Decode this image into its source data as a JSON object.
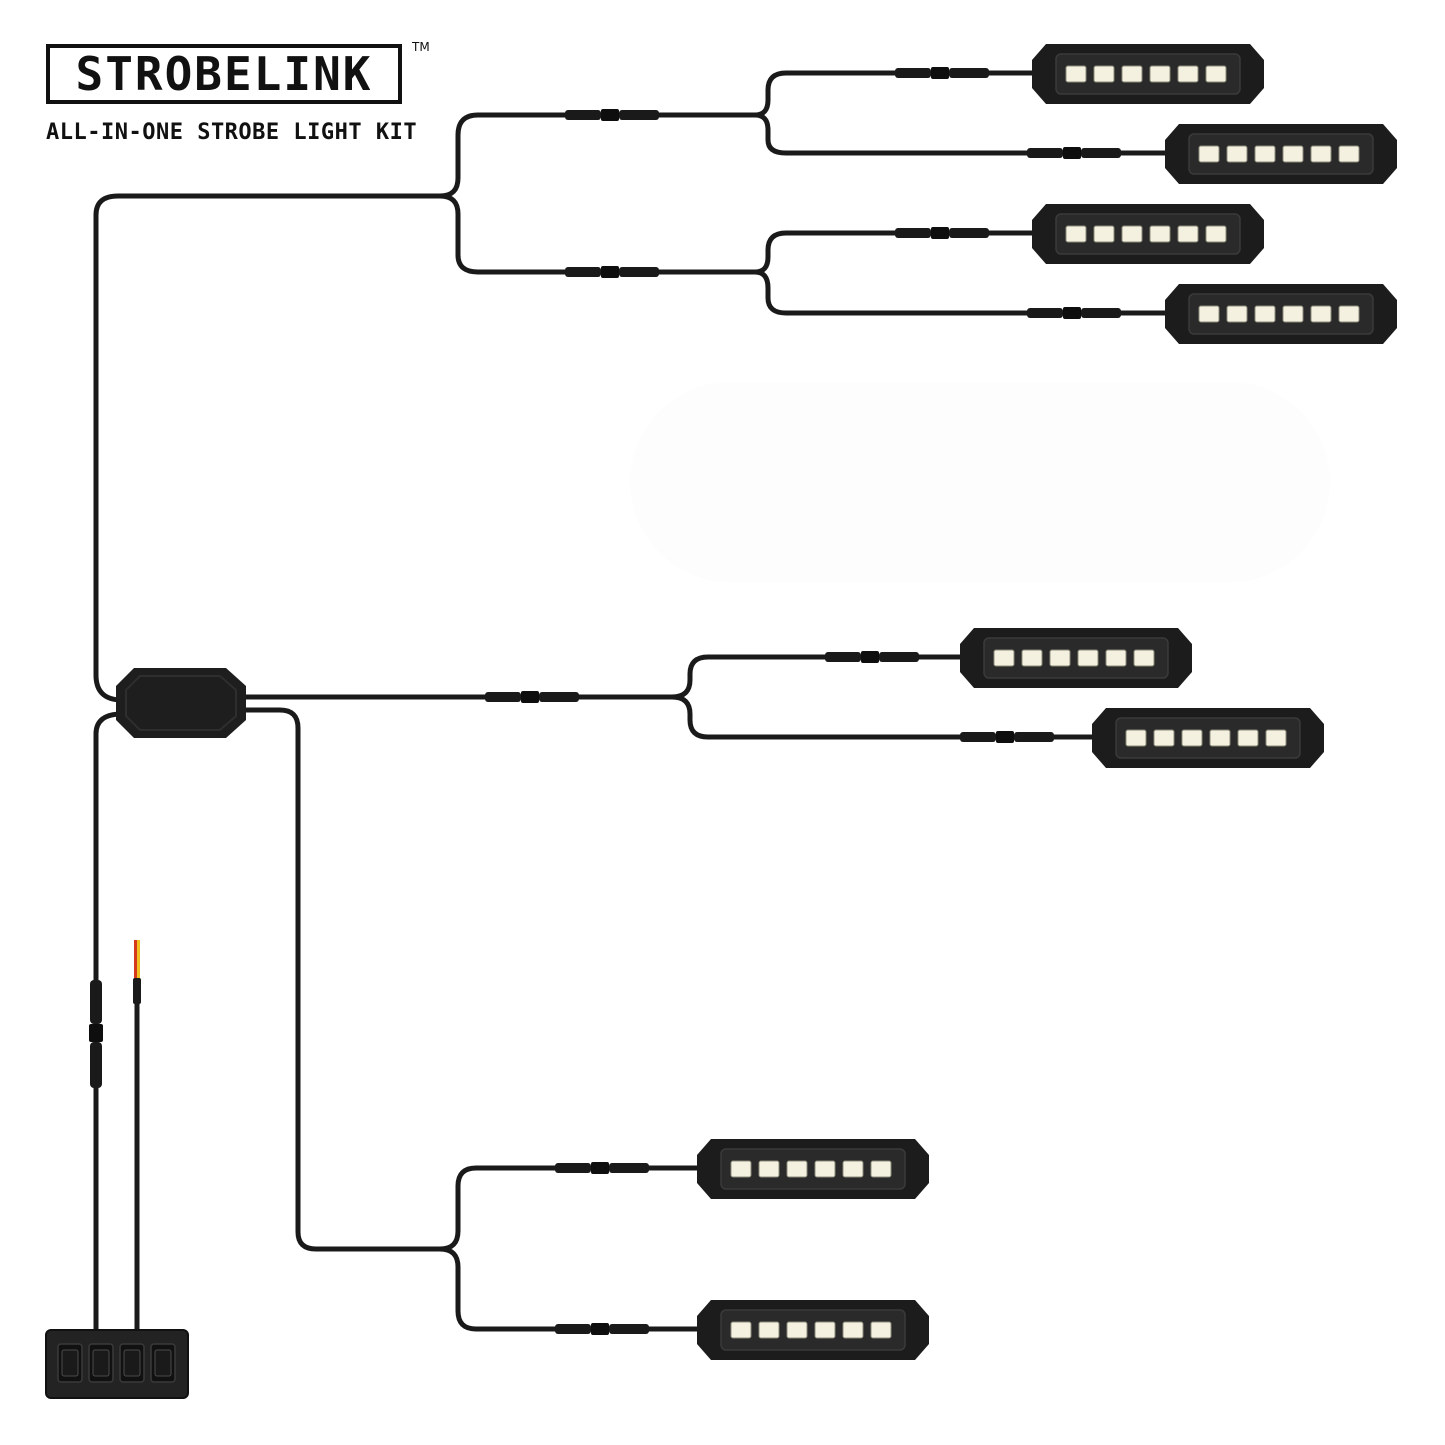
{
  "brand": {
    "name": "STROBELINK",
    "trademark": "TM",
    "tagline": "ALL-IN-ONE STROBE LIGHT KIT"
  },
  "kit": {
    "light_pod_count": 8,
    "leds_per_pod": 6,
    "switch_panel_switches": 4
  },
  "colors": {
    "wire": "#1a1a1a",
    "pod_body": "#1c1c1c",
    "lens": "#2a2a2a",
    "led": "#f4f1e0",
    "power_red": "#d63a1c",
    "power_yellow": "#f0c020"
  }
}
